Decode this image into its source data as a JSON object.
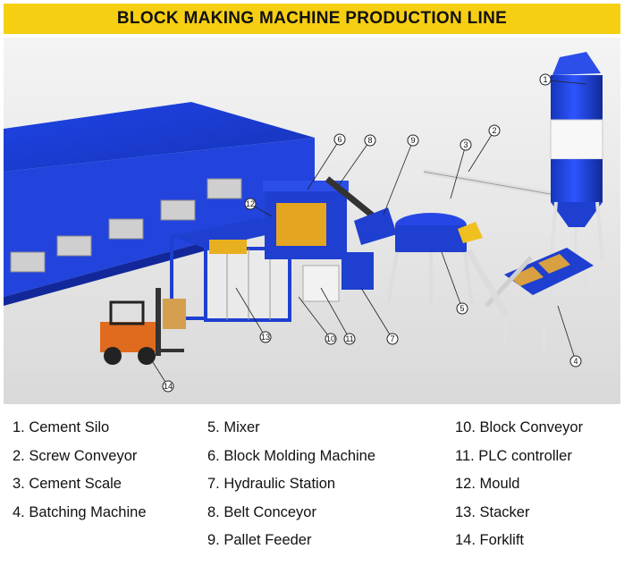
{
  "title": "BLOCK MAKING MACHINE PRODUCTION LINE",
  "callouts": [
    "1",
    "2",
    "3",
    "4",
    "5",
    "6",
    "7",
    "8",
    "9",
    "10",
    "11",
    "12",
    "13",
    "14"
  ],
  "legend": {
    "col1": [
      "1. Cement Silo",
      "2. Screw Conveyor",
      "3. Cement Scale",
      "4. Batching Machine"
    ],
    "col2": [
      "5. Mixer",
      "6. Block Molding Machine",
      "7. Hydraulic Station",
      "8. Belt Conceyor",
      "9. Pallet Feeder"
    ],
    "col3": [
      "10. Block Conveyor",
      "11. PLC controller",
      "12. Mould",
      "13. Stacker",
      "14. Forklift"
    ]
  },
  "colors": {
    "title_bg": "#f7cf12",
    "scene_bg": "#e6e6e6",
    "machine_blue": "#1e3fd0",
    "warehouse_blue": "#1f3fd8",
    "forklift_orange": "#e06a1e"
  }
}
